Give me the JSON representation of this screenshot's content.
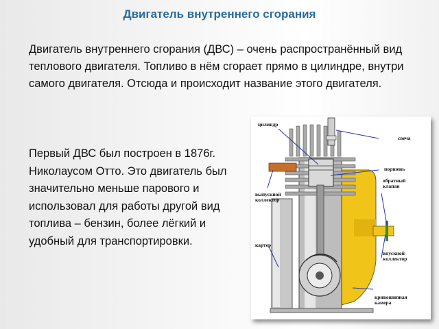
{
  "title": "Двигатель внутреннего сгорания",
  "paragraph1": "Двигатель внутреннего сгорания (ДВС) – очень распространённый вид теплового двигателя. Топливо в нём сгорает прямо в цилиндре, внутри самого двигателя. Отсюда и происходит название этого двигателя.",
  "paragraph2": "Первый ДВС был построен в 1876г. Николаусом Отто. Это двигатель был значительно меньше парового и использовал для работы другой вид топлива – бензин, более лёгкий и удобный для транспортировки.",
  "diagram": {
    "labels": {
      "cylinder": "цилиндр",
      "spark_plug": "свеча",
      "piston": "поршень",
      "exhaust": "выпускной\nколлектор",
      "check_valve": "обратный\nклапан",
      "crankcase": "картер",
      "intake": "впускной\nколлектор",
      "crank_chamber": "кривошипная\nкамера"
    },
    "colors": {
      "engine_body": "#c8c8c8",
      "channel_fill": "#f0c419",
      "exhaust_pipe": "#c8702a",
      "pointer_line": "#2233aa"
    }
  }
}
